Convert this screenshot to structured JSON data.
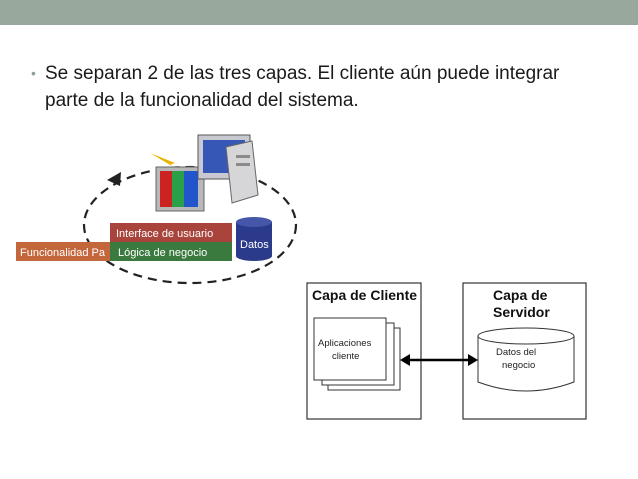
{
  "slide": {
    "bullet_marker": "•",
    "bullet_text": "Se separan 2 de las tres capas. El cliente aún puede integrar parte de la funcionalidad del sistema."
  },
  "left_diagram": {
    "layers": {
      "interface": "Interface de usuario",
      "logic": "Lógica de negocio",
      "functionality": "Funcionalidad Pa",
      "data": "Datos"
    },
    "colors": {
      "interface": "#a8443c",
      "logic": "#3b7a3e",
      "functionality": "#c4663c",
      "data": "#2b3a8a"
    }
  },
  "right_diagram": {
    "client_box": {
      "title": "Capa de Cliente",
      "app_line1": "Aplicaciones",
      "app_line2": "cliente"
    },
    "server_box": {
      "title_line1": "Capa de",
      "title_line2": "Servidor",
      "db_line1": "Datos del",
      "db_line2": "negocio"
    }
  }
}
